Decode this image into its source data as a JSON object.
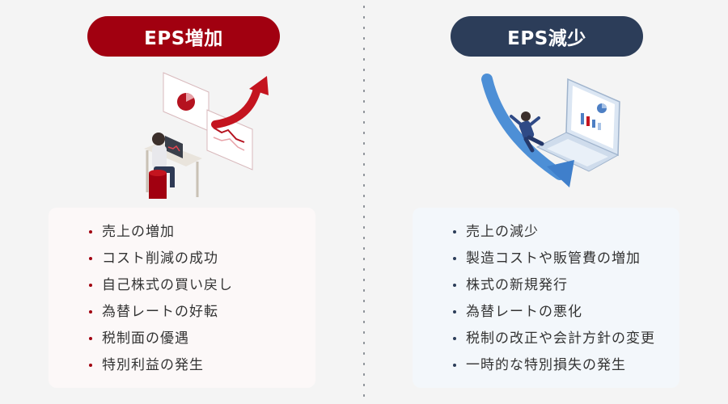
{
  "left": {
    "title": "EPS増加",
    "items": [
      "売上の増加",
      "コスト削減の成功",
      "自己株式の買い戻し",
      "為替レートの好転",
      "税制面の優遇",
      "特別利益の発生"
    ],
    "accent": "#a10010",
    "illustration": "person-at-desk-rising-arrow-icon"
  },
  "right": {
    "title": "EPS減少",
    "items": [
      "売上の減少",
      "製造コストや販管費の増加",
      "株式の新規発行",
      "為替レートの悪化",
      "税制の改正や会計方針の変更",
      "一時的な特別損失の発生"
    ],
    "accent": "#2c3d59",
    "illustration": "falling-person-laptop-down-arrow-icon"
  }
}
